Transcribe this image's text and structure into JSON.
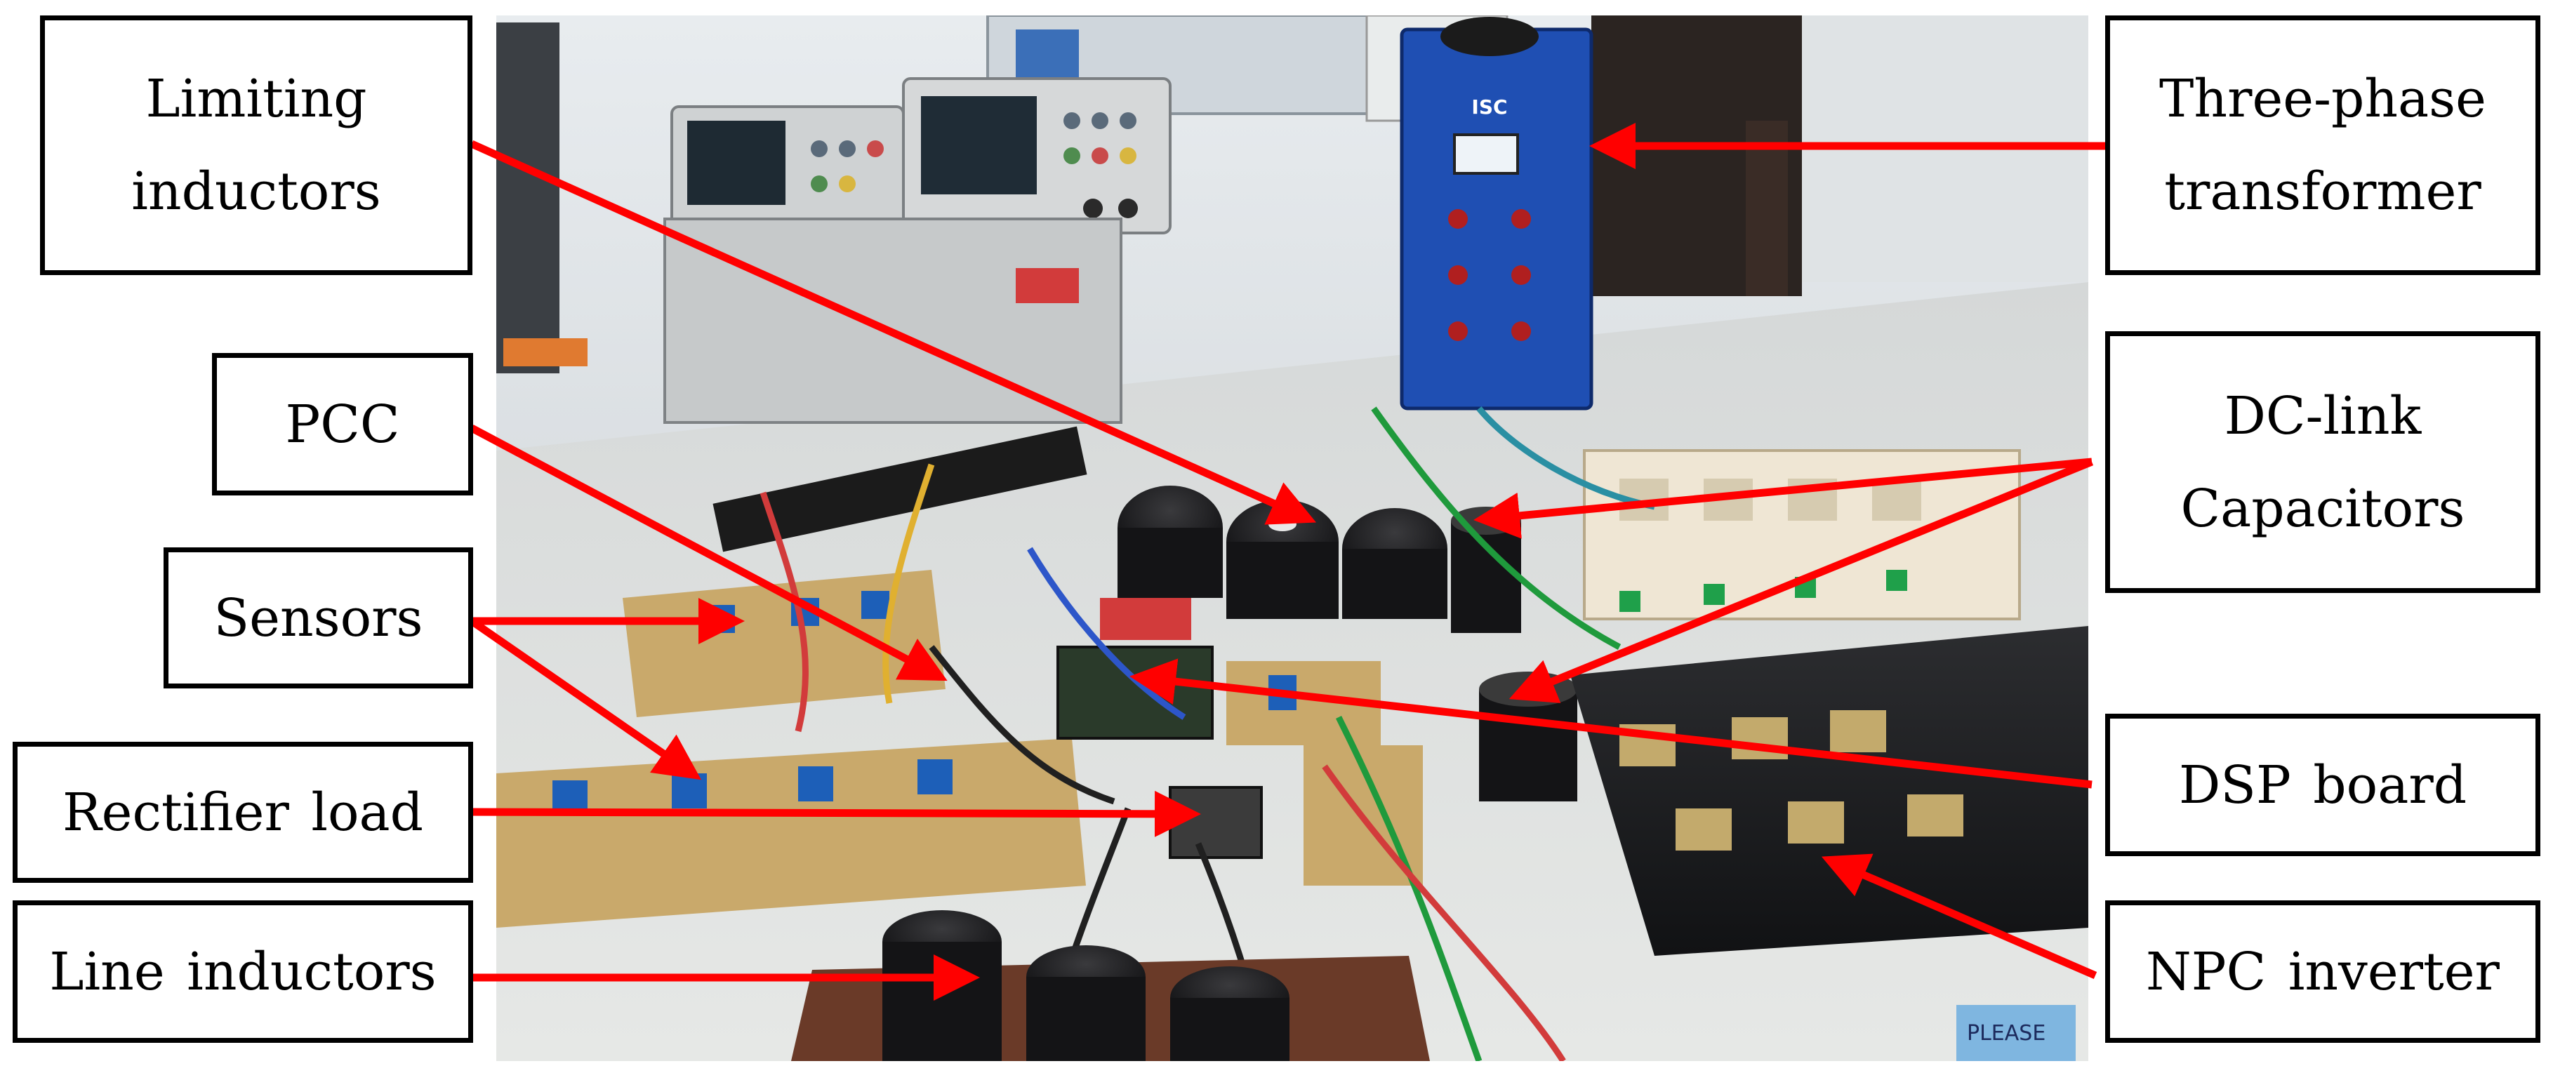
{
  "labels": {
    "limiting_inductors": [
      "Limiting",
      "inductors"
    ],
    "pcc": "PCC",
    "sensors": "Sensors",
    "rectifier_load": "Rectifier  load",
    "line_inductors": "Line  inductors",
    "three_phase_transformer": [
      "Three-phase",
      "transformer"
    ],
    "dc_link_capacitors": [
      "DC-link",
      "Capacitors"
    ],
    "dsp_board": "DSP  board",
    "npc_inverter": "NPC  inverter"
  },
  "photo_text": {
    "transformer_brand": "ISC",
    "sign_fragment": "PLEASE"
  },
  "colors": {
    "arrow": "#ff0000",
    "box_border": "#000000",
    "box_fill": "#ffffff"
  }
}
